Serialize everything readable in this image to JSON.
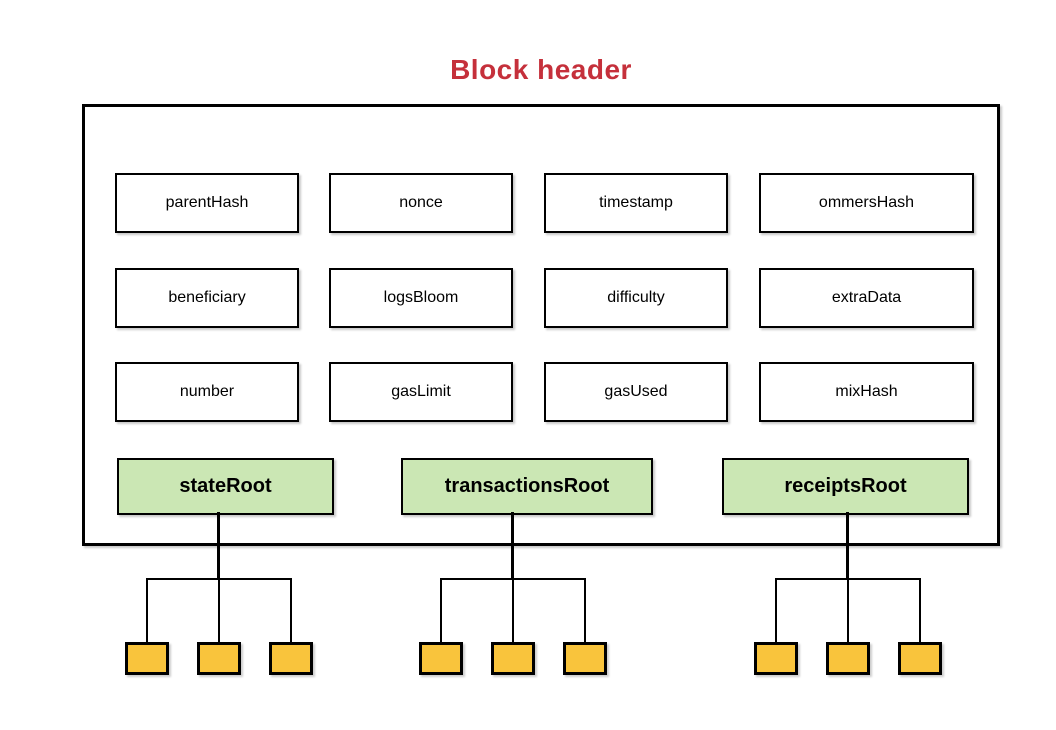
{
  "title": {
    "text": "Block header"
  },
  "block": {
    "rows": [
      [
        "parentHash",
        "nonce",
        "timestamp",
        "ommersHash"
      ],
      [
        "beneficiary",
        "logsBloom",
        "difficulty",
        "extraData"
      ],
      [
        "number",
        "gasLimit",
        "gasUsed",
        "mixHash"
      ]
    ],
    "roots": [
      "stateRoot",
      "transactionsRoot",
      "receiptsRoot"
    ]
  },
  "trees": [
    {
      "root": "stateRoot",
      "leaf_count": 3
    },
    {
      "root": "transactionsRoot",
      "leaf_count": 3
    },
    {
      "root": "receiptsRoot",
      "leaf_count": 3
    }
  ],
  "colors": {
    "title": "#C5303B",
    "root_fill": "#CBE7B4",
    "leaf_fill": "#F9C43C",
    "line": "#000000"
  }
}
